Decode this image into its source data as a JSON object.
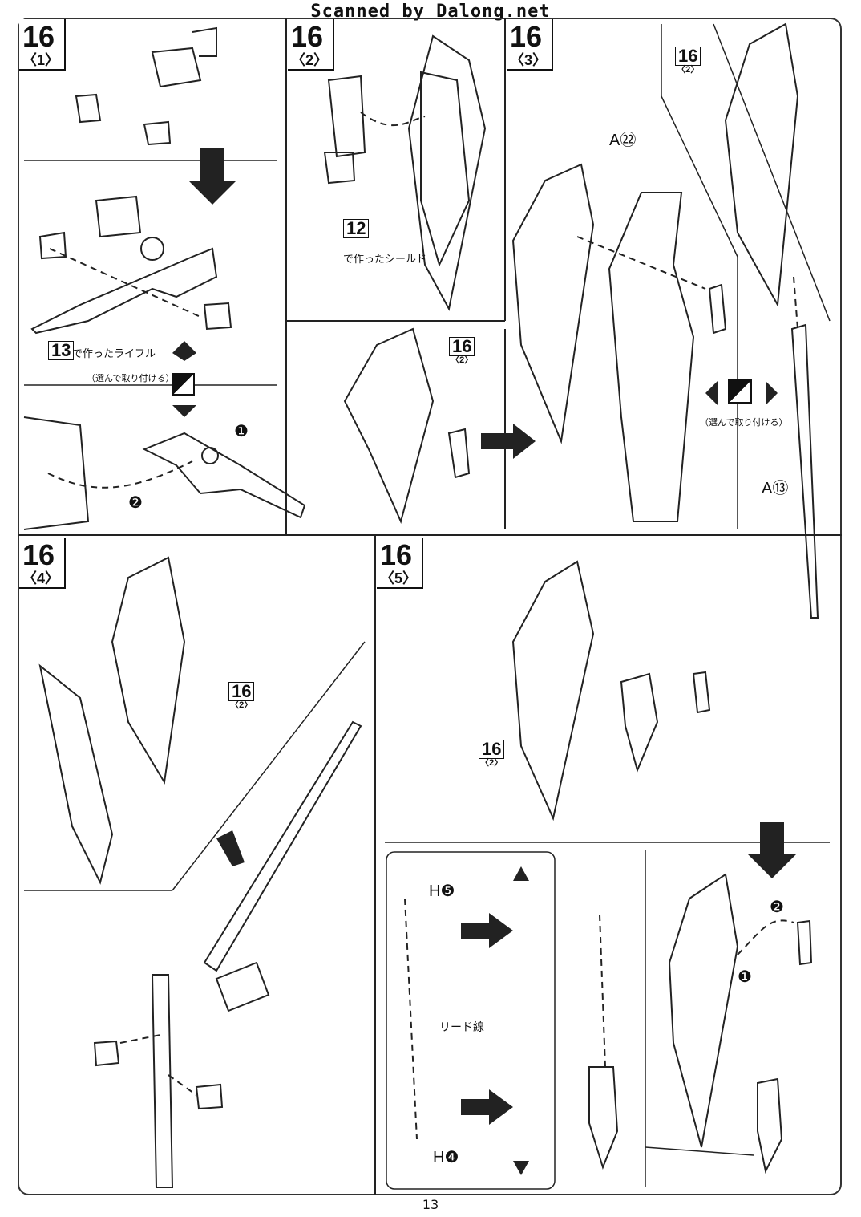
{
  "header": {
    "scan_credit": "Scanned by Dalong.net"
  },
  "steps": [
    {
      "num": "16",
      "sub": "〈1〉"
    },
    {
      "num": "16",
      "sub": "〈2〉"
    },
    {
      "num": "16",
      "sub": "〈3〉"
    },
    {
      "num": "16",
      "sub": "〈4〉"
    },
    {
      "num": "16",
      "sub": "〈5〉"
    }
  ],
  "refs": {
    "rifle_ref": "13",
    "rifle_text": "で作ったライフル",
    "shield_ref": "12",
    "shield_text": "で作ったシールド",
    "sub_ref_num": "16",
    "sub_ref_sub": "〈2〉"
  },
  "notes": {
    "choose_attach": "（選んで取り付ける）",
    "choose_attach_2": "（選んで取り付ける）",
    "lead_wire": "リード線"
  },
  "parts": {
    "a22": "A㉒",
    "a13": "A⑬",
    "h5": "H❺",
    "h4": "H❹"
  },
  "markers": {
    "one": "❶",
    "two": "❷"
  },
  "footer": {
    "page_number": "13"
  }
}
